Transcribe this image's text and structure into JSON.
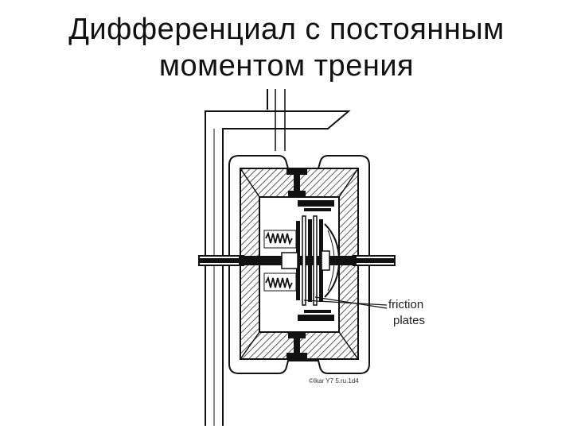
{
  "title": {
    "line1": "Дифференциал с постоянным",
    "line2": "моментом трения"
  },
  "diagram": {
    "label_line1": "friction",
    "label_line2": "plates",
    "credit": "©Ikar Y7 5.ru.1d4"
  },
  "colors": {
    "ink": "#111111",
    "hatch_stroke": "#333333",
    "background": "#ffffff"
  }
}
